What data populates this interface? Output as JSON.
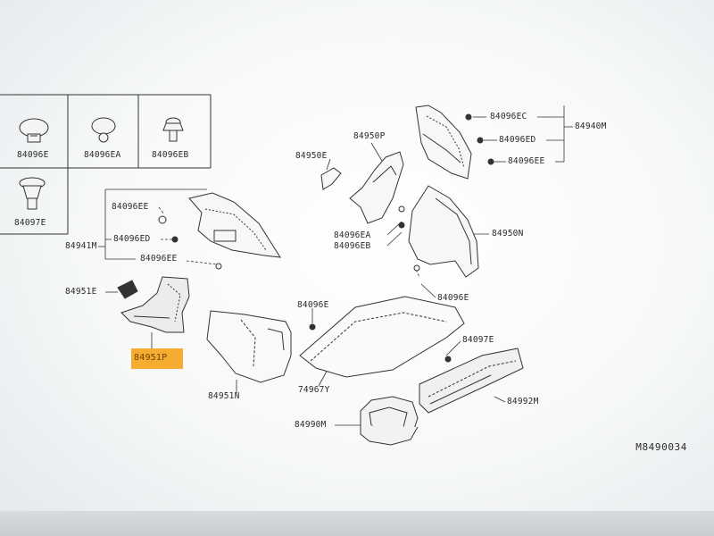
{
  "diagram_code": "M8490034",
  "highlighted_part": "84951P",
  "fastener_table": {
    "cells": [
      {
        "part": "84096E",
        "icon": "push-clip-icon"
      },
      {
        "part": "84096EA",
        "icon": "push-clip-icon"
      },
      {
        "part": "84096EB",
        "icon": "push-clip-icon"
      },
      {
        "part": "84097E",
        "icon": "rivet-clip-icon"
      }
    ]
  },
  "labels": {
    "p84096ec": "84096EC",
    "p84096ed_top": "84096ED",
    "p84096ee_top": "84096EE",
    "p84940m": "84940M",
    "p84950p": "84950P",
    "p84950e": "84950E",
    "p84096ee_left": "84096EE",
    "p84096ed_left": "84096ED",
    "p84941m": "84941M",
    "p84096ee_bottom": "84096EE",
    "p84096ea": "84096EA",
    "p84096eb": "84096EB",
    "p84950n": "84950N",
    "p84096e_right": "84096E",
    "p84951e": "84951E",
    "p84951p": "84951P",
    "p84096e_mid": "84096E",
    "p84097e": "84097E",
    "p84951n": "84951N",
    "p74967y": "74967Y",
    "p84992m": "84992M",
    "p84990m": "84990M"
  }
}
